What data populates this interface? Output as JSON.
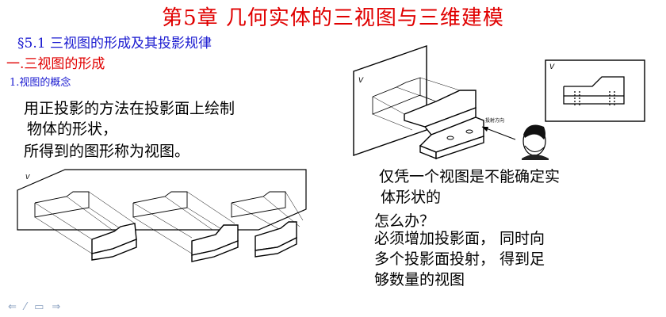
{
  "slide": {
    "title": "第5章  几何实体的三视图与三维建模",
    "section": "§5.1  三视图的形成及其投影规律",
    "subsection": "一.三视图的形成",
    "point": "1.视图的概念",
    "definition_line1": "用正投影的方法在投影面上绘制",
    "definition_line2": "物体的形状，",
    "definition_line3": "所得到的图形称为视图。",
    "question_line1": "仅凭一个视图是不能确定实",
    "question_line2": "体形状的",
    "question_line3": "怎么办？",
    "answer_line1": "必须增加投影面， 同时向",
    "answer_line2": "多个投影面投射， 得到足",
    "answer_line3": "够数量的视图"
  },
  "figures": {
    "plane_label": "V",
    "view_direction_label": "投射方向",
    "view_box_label": "V",
    "bottom_plane_label": "V"
  },
  "nav": {
    "prev": "⇐",
    "edit": "⁄",
    "menu": "▭",
    "next": "⇒"
  }
}
